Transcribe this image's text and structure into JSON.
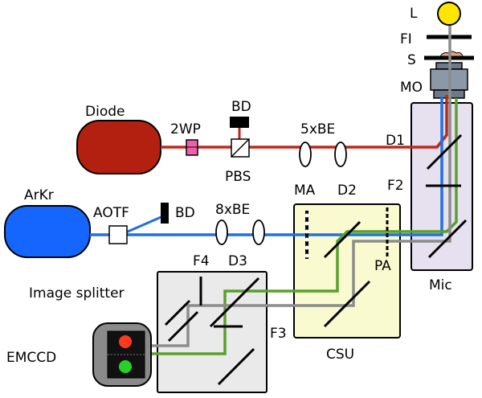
{
  "labels": {
    "lamp": "L",
    "filter_fi": "FI",
    "sample": "S",
    "objective": "MO",
    "diode": "Diode",
    "waveplate": "2WP",
    "beam_dump_top": "BD",
    "pbs": "PBS",
    "expander_5x": "5xBE",
    "dichroic_d1": "D1",
    "filter_f2": "F2",
    "arkr": "ArKr",
    "aotf": "AOTF",
    "beam_dump_mid": "BD",
    "expander_8x": "8xBE",
    "microlens_array": "MA",
    "dichroic_d2": "D2",
    "pinhole_array": "PA",
    "microscope": "Mic",
    "image_splitter": "Image splitter",
    "filter_f4": "F4",
    "dichroic_d3": "D3",
    "filter_f3": "F3",
    "csu": "CSU",
    "emccd": "EMCCD"
  },
  "colors": {
    "red_beam": "#c0261c",
    "blue_beam": "#1f6fe5",
    "green_beam": "#5aa02c",
    "gray_beam": "#8c8c8c",
    "diode_fill": "#b3200f",
    "arkr_fill": "#1565ff",
    "lamp_fill": "#ffe600",
    "waveplate_fill": "#f060a8",
    "csu_fill": "#fafad0",
    "mic_fill": "#e6e0ef",
    "splitter_fill": "#eaeaea",
    "emccd_fill": "#8a8a8a",
    "emccd_red_spot": "#ff3b1f",
    "emccd_green_spot": "#2ad02a"
  }
}
